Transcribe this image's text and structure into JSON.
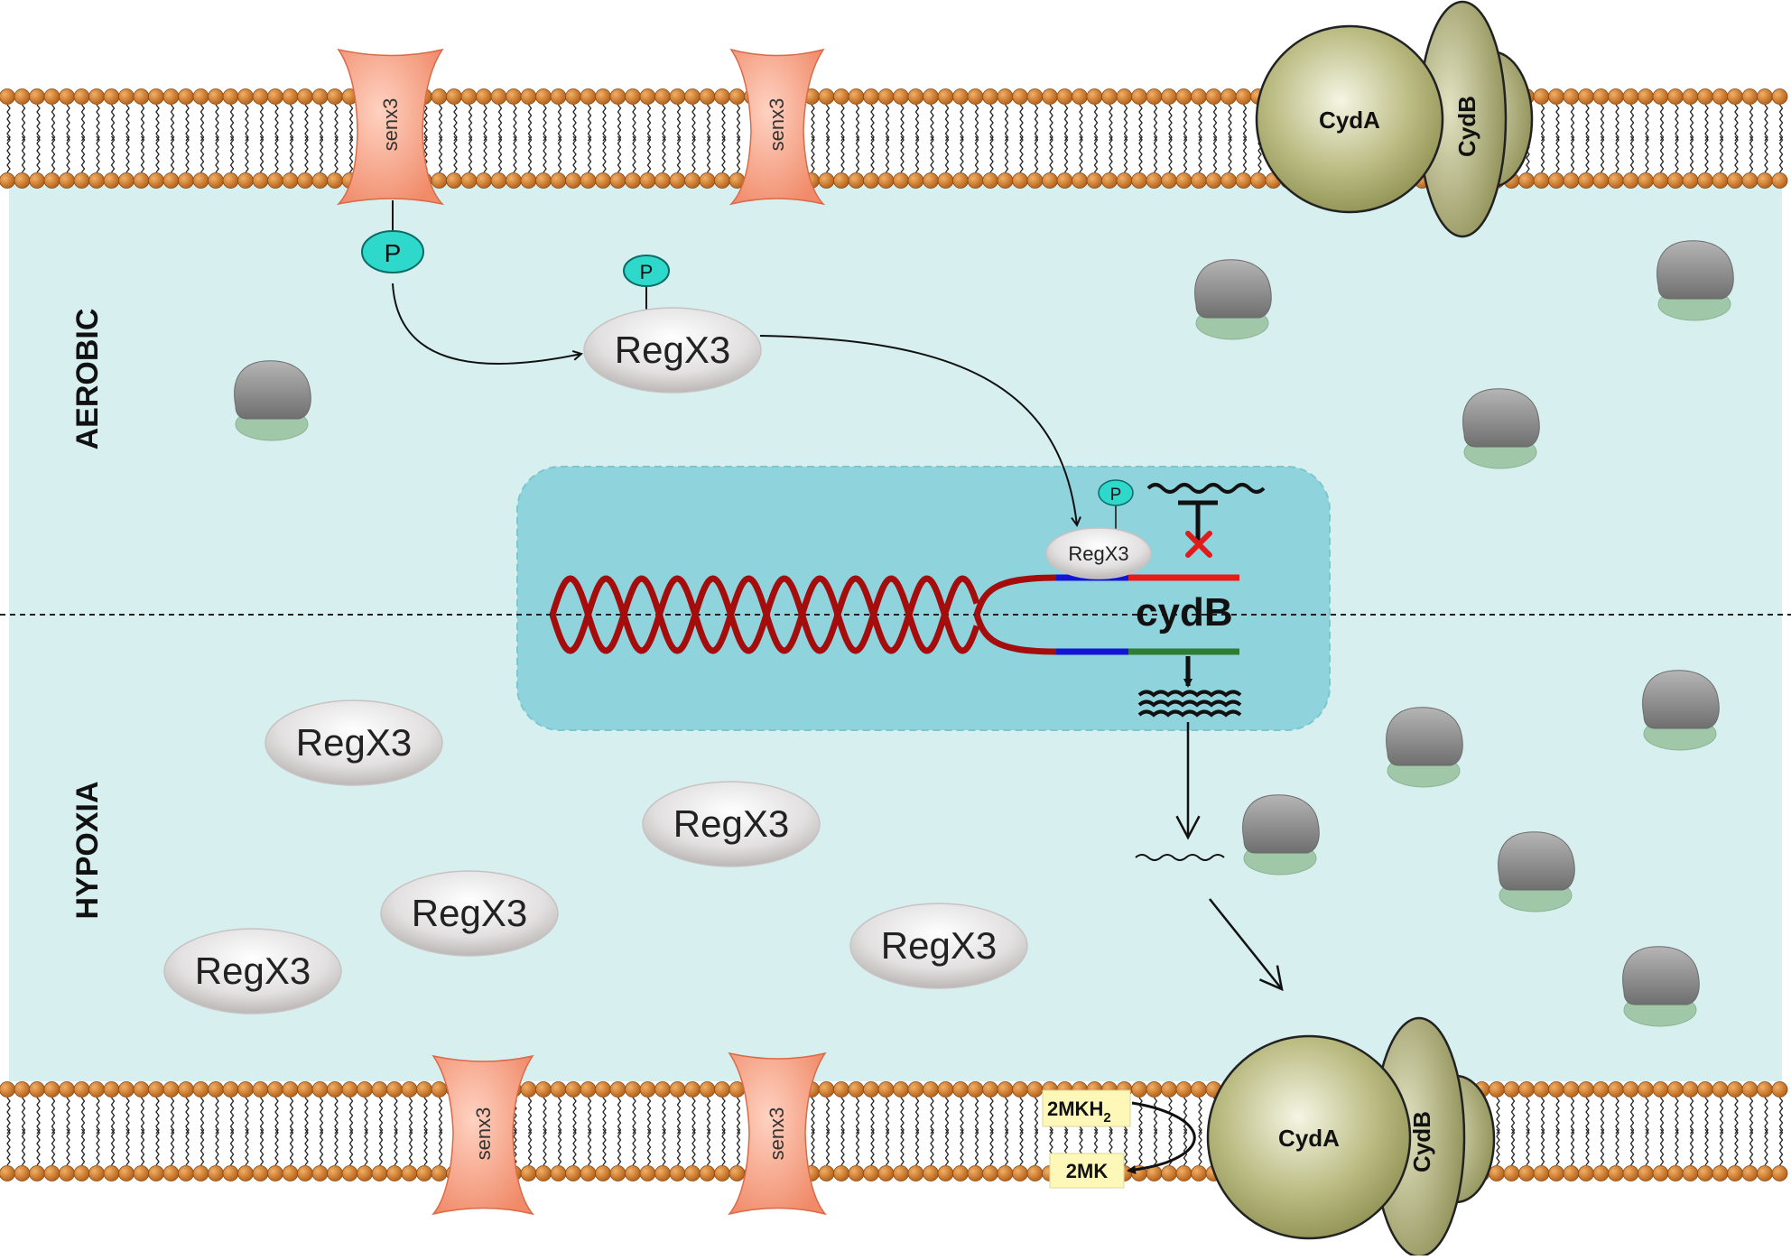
{
  "sections": {
    "aerobic": "AEROBIC",
    "hypoxia": "HYPOXIA"
  },
  "proteins": {
    "senx3": "senx3",
    "cyda": "CydA",
    "cydb": "CydB",
    "regx3": "RegX3",
    "phospho": "P"
  },
  "gene": {
    "label": "cydB"
  },
  "metabolites": {
    "reduced": "2MKH",
    "reduced_subscript": "2",
    "oxidized": "2MK"
  },
  "colors": {
    "cytoplasm": "#d8efef",
    "nucleoid": "#8fd3dc",
    "lipid_head": "#c8782a",
    "senx3": "#f6977a",
    "cytochrome": "#a7a866",
    "phosphate": "#2ed9cc",
    "dna": "#a50d0d",
    "ribosome_large": "#8c8c8c",
    "ribosome_small": "#9fc7a8"
  },
  "icons": [
    "phosphate-icon",
    "ribosome-icon",
    "blocked-x-icon",
    "mrna-icon",
    "dna-helix-icon"
  ]
}
